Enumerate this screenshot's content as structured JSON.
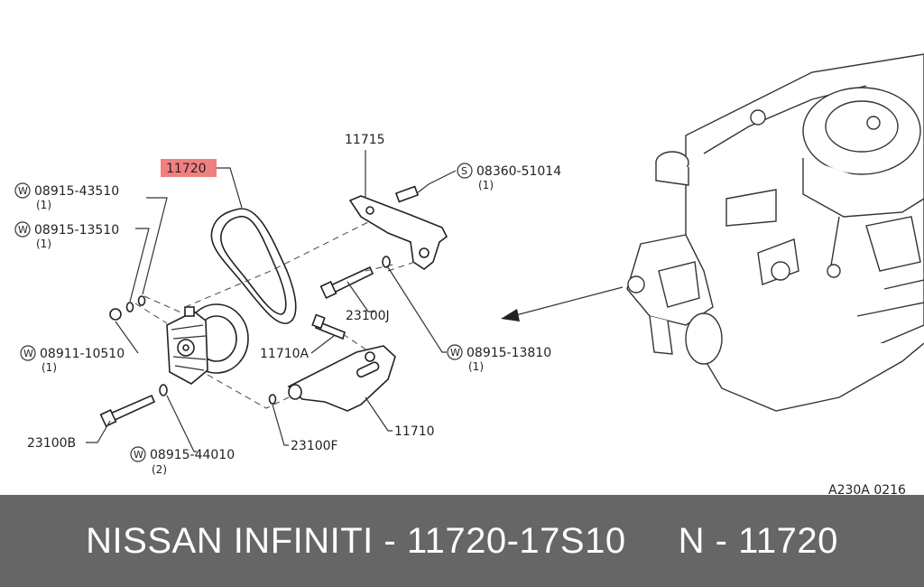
{
  "diagram": {
    "highlight_color": "#f08080",
    "labels": {
      "belt": "11720",
      "bracket_top": "11715",
      "screw": "08360-51014",
      "screw_qty": "(1)",
      "w1": "08915-43510",
      "w1_qty": "(1)",
      "w2": "08915-13510",
      "w2_qty": "(1)",
      "nut": "08911-10510",
      "nut_qty": "(1)",
      "bolt_j": "23100J",
      "w3": "08915-13810",
      "w3_qty": "(1)",
      "stud": "11710A",
      "bracket_bottom": "11710",
      "bolt_b": "23100B",
      "w4": "08915-44010",
      "w4_qty": "(2)",
      "bolt_f": "23100F",
      "ref_code": "A230A 0216"
    },
    "symbols": {
      "washer": "W",
      "screw": "S"
    }
  },
  "footer": {
    "text": "NISSAN INFINITI - 11720-17S10     N - 11720",
    "bg_color": "#666666"
  }
}
